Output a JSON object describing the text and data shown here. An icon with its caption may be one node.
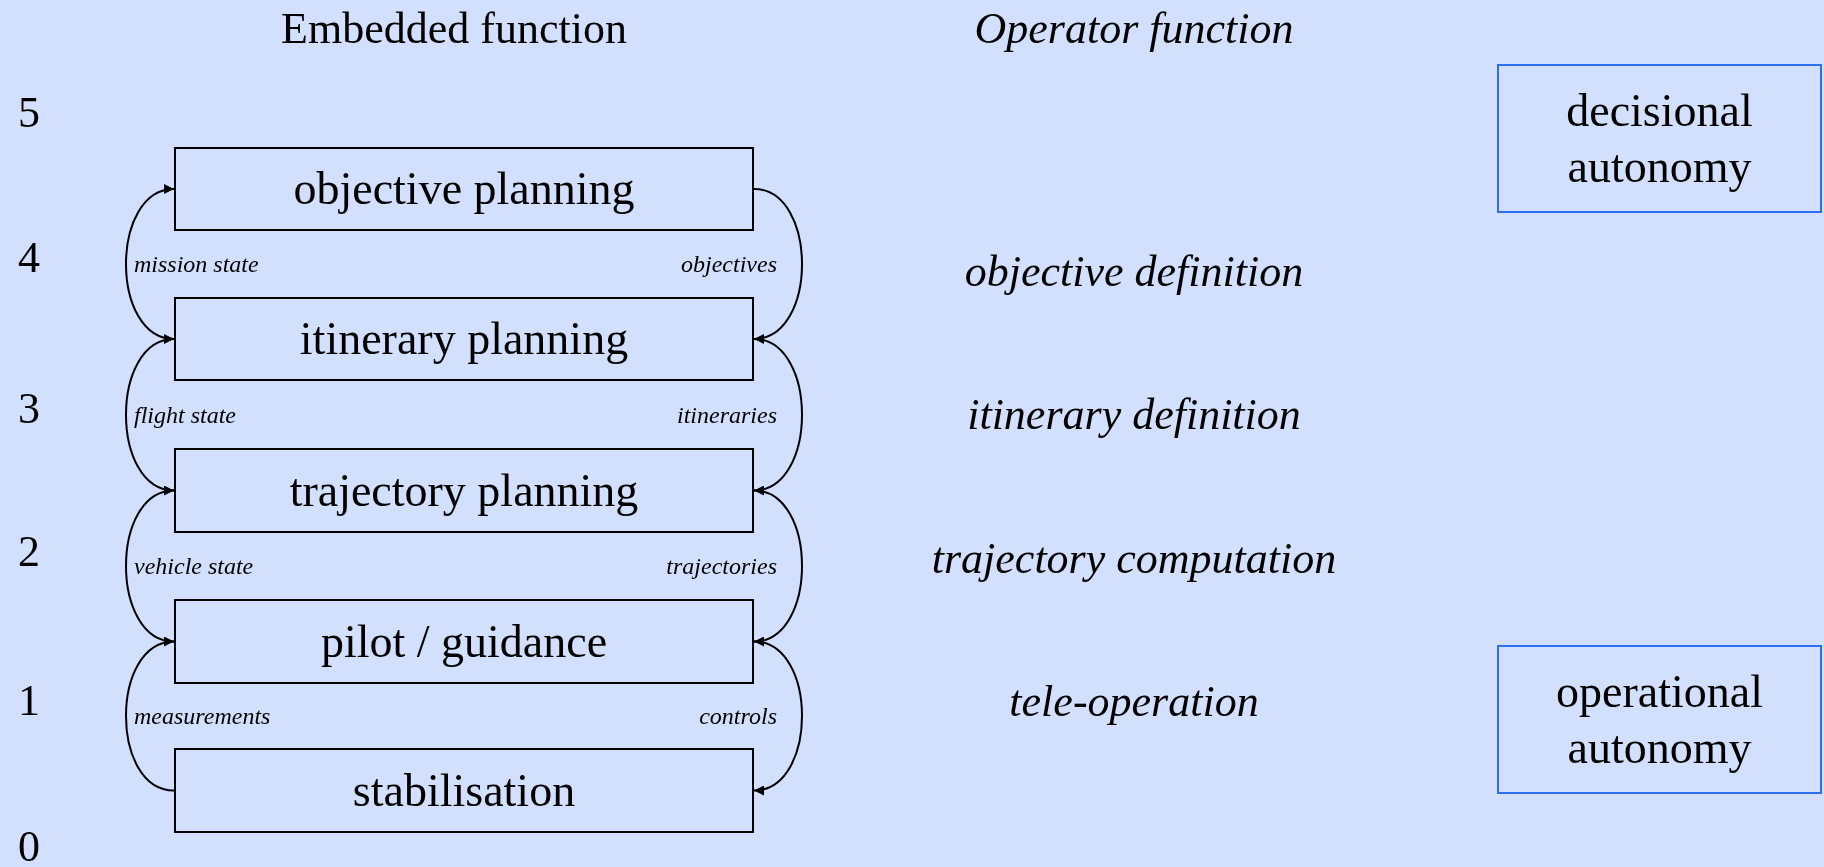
{
  "diagram": {
    "nodes": [
      {
        "text": [
          "objective planning"
        ]
      },
      {
        "text": [
          "itinerary planning"
        ]
      },
      {
        "text": [
          "trajectory planning"
        ]
      },
      {
        "text": [
          "pilot / guidance"
        ]
      },
      {
        "text": [
          "stabilisation"
        ]
      },
      {
        "text": [
          "decisional autonomy"
        ]
      },
      {
        "text": [
          "operational autonomy"
        ]
      }
    ],
    "edges": [
      {
        "from": 1,
        "to": 0,
        "arrow": "to",
        "label": "mission state"
      },
      {
        "from": 0,
        "to": 1,
        "arrow": "to",
        "label": "objectives"
      },
      {
        "from": 2,
        "to": 1,
        "arrow": "to",
        "label": "flight state"
      },
      {
        "from": 1,
        "to": 2,
        "arrow": "to",
        "label": "itineraries"
      },
      {
        "from": 3,
        "to": 2,
        "arrow": "to",
        "label": "vehicle state"
      },
      {
        "from": 2,
        "to": 3,
        "arrow": "to",
        "label": "trajectories"
      },
      {
        "from": 4,
        "to": 3,
        "arrow": "to",
        "label": "measurements"
      },
      {
        "from": 3,
        "to": 4,
        "arrow": "to",
        "label": "controls"
      }
    ],
    "labels": [
      "Embedded function",
      "Operator function",
      "5",
      "4",
      "objective definition",
      "3",
      "itinerary definition",
      "2",
      "trajectory computation",
      "1",
      "tele-operation",
      "0"
    ]
  }
}
